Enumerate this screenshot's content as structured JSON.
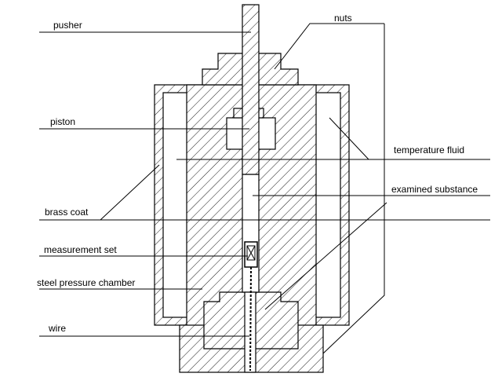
{
  "labels": {
    "pusher": "pusher",
    "nuts": "nuts",
    "piston": "piston",
    "temperature_fluid": "temperature fluid",
    "examined_substance": "examined substance",
    "brass_coat": "brass coat",
    "measurement_set": "measurement set",
    "steel_pressure_chamber": "steel pressure chamber",
    "wire": "wire"
  }
}
